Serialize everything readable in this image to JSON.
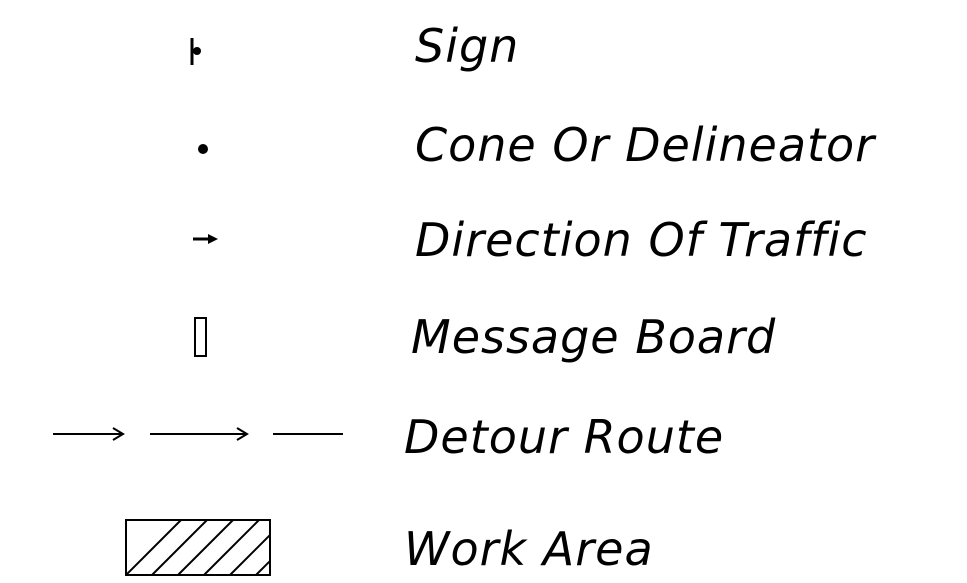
{
  "legend": {
    "items": [
      {
        "symbol": "sign-icon",
        "label": "Sign"
      },
      {
        "symbol": "cone-delineator-icon",
        "label": "Cone Or Delineator"
      },
      {
        "symbol": "direction-arrow-icon",
        "label": "Direction Of Traffic"
      },
      {
        "symbol": "message-board-icon",
        "label": "Message Board"
      },
      {
        "symbol": "detour-route-icon",
        "label": "Detour Route"
      },
      {
        "symbol": "work-area-hatch-icon",
        "label": "Work Area"
      }
    ]
  },
  "colors": {
    "ink": "#000000",
    "background": "#ffffff"
  }
}
